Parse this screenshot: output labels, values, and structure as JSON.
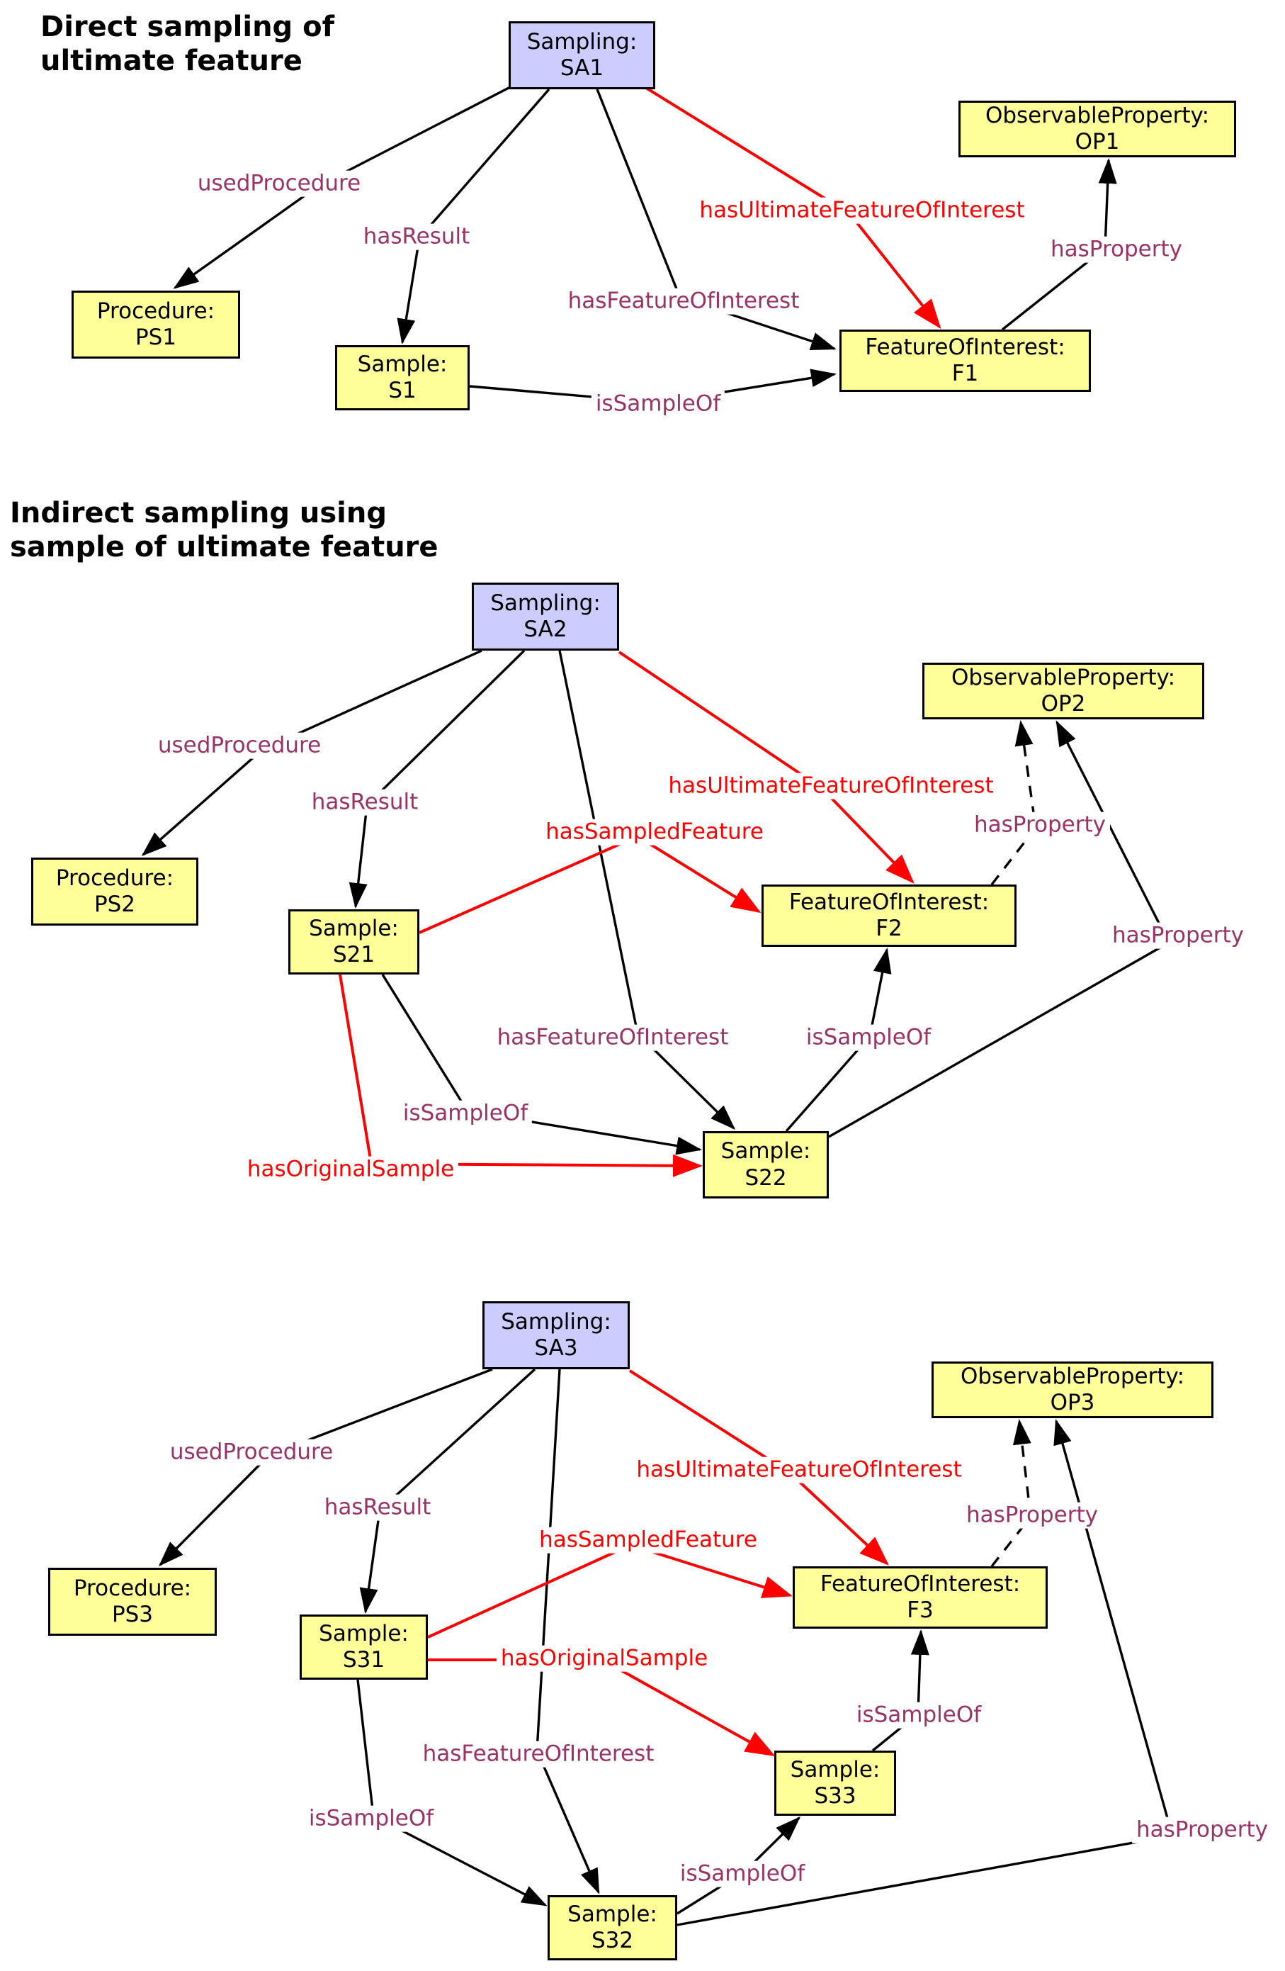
{
  "colors": {
    "background": "#ffffff",
    "sampling_box_fill": "#ccccff",
    "entity_box_fill": "#ffff99",
    "box_border": "#000000",
    "box_text": "#000000",
    "edge_line": "#000000",
    "edge_label": "#993366",
    "highlight_edge": "#ff0000",
    "title_text": "#000000"
  },
  "sections": [
    {
      "title": "Direct sampling of\nultimate feature",
      "nodes": [
        {
          "id": "SA1",
          "type": "Sampling",
          "line1": "Sampling:",
          "line2": "SA1"
        },
        {
          "id": "OP1",
          "type": "ObservableProperty",
          "line1": "ObservableProperty:",
          "line2": "OP1"
        },
        {
          "id": "PS1",
          "type": "Procedure",
          "line1": "Procedure:",
          "line2": "PS1"
        },
        {
          "id": "S1",
          "type": "Sample",
          "line1": "Sample:",
          "line2": "S1"
        },
        {
          "id": "F1",
          "type": "FeatureOfInterest",
          "line1": "FeatureOfInterest:",
          "line2": "F1"
        }
      ],
      "edges": [
        {
          "from": "SA1",
          "to": "PS1",
          "label": "usedProcedure",
          "color": "#993366",
          "line": "black-solid"
        },
        {
          "from": "SA1",
          "to": "S1",
          "label": "hasResult",
          "color": "#993366",
          "line": "black-solid"
        },
        {
          "from": "SA1",
          "to": "F1",
          "label": "hasFeatureOfInterest",
          "color": "#993366",
          "line": "black-solid"
        },
        {
          "from": "SA1",
          "to": "F1",
          "label": "hasUltimateFeatureOfInterest",
          "color": "#ff0000",
          "line": "red-solid"
        },
        {
          "from": "S1",
          "to": "F1",
          "label": "isSampleOf",
          "color": "#993366",
          "line": "black-solid"
        },
        {
          "from": "F1",
          "to": "OP1",
          "label": "hasProperty",
          "color": "#993366",
          "line": "black-solid"
        }
      ]
    },
    {
      "title": "Indirect sampling using\nsample of ultimate feature",
      "nodes": [
        {
          "id": "SA2",
          "type": "Sampling",
          "line1": "Sampling:",
          "line2": "SA2"
        },
        {
          "id": "OP2",
          "type": "ObservableProperty",
          "line1": "ObservableProperty:",
          "line2": "OP2"
        },
        {
          "id": "PS2",
          "type": "Procedure",
          "line1": "Procedure:",
          "line2": "PS2"
        },
        {
          "id": "S21",
          "type": "Sample",
          "line1": "Sample:",
          "line2": "S21"
        },
        {
          "id": "F2",
          "type": "FeatureOfInterest",
          "line1": "FeatureOfInterest:",
          "line2": "F2"
        },
        {
          "id": "S22",
          "type": "Sample",
          "line1": "Sample:",
          "line2": "S22"
        }
      ],
      "edges": [
        {
          "from": "SA2",
          "to": "PS2",
          "label": "usedProcedure",
          "color": "#993366",
          "line": "black-solid"
        },
        {
          "from": "SA2",
          "to": "S21",
          "label": "hasResult",
          "color": "#993366",
          "line": "black-solid"
        },
        {
          "from": "SA2",
          "to": "S22",
          "label": "hasFeatureOfInterest",
          "color": "#993366",
          "line": "black-solid"
        },
        {
          "from": "SA2",
          "to": "F2",
          "label": "hasUltimateFeatureOfInterest",
          "color": "#ff0000",
          "line": "red-solid"
        },
        {
          "from": "S21",
          "to": "F2",
          "label": "hasSampledFeature",
          "color": "#ff0000",
          "line": "red-solid"
        },
        {
          "from": "S21",
          "to": "S22",
          "label": "hasOriginalSample",
          "color": "#ff0000",
          "line": "red-solid"
        },
        {
          "from": "S21",
          "to": "S22",
          "label": "isSampleOf",
          "color": "#993366",
          "line": "black-solid"
        },
        {
          "from": "S22",
          "to": "F2",
          "label": "isSampleOf",
          "color": "#993366",
          "line": "black-solid"
        },
        {
          "from": "F2",
          "to": "OP2",
          "label": "hasProperty",
          "color": "#993366",
          "line": "black-dashed"
        },
        {
          "from": "S22",
          "to": "OP2",
          "label": "hasProperty",
          "color": "#993366",
          "line": "black-solid"
        }
      ]
    },
    {
      "nodes": [
        {
          "id": "SA3",
          "type": "Sampling",
          "line1": "Sampling:",
          "line2": "SA3"
        },
        {
          "id": "OP3",
          "type": "ObservableProperty",
          "line1": "ObservableProperty:",
          "line2": "OP3"
        },
        {
          "id": "PS3",
          "type": "Procedure",
          "line1": "Procedure:",
          "line2": "PS3"
        },
        {
          "id": "S31",
          "type": "Sample",
          "line1": "Sample:",
          "line2": "S31"
        },
        {
          "id": "F3",
          "type": "FeatureOfInterest",
          "line1": "FeatureOfInterest:",
          "line2": "F3"
        },
        {
          "id": "S33",
          "type": "Sample",
          "line1": "Sample:",
          "line2": "S33"
        },
        {
          "id": "S32",
          "type": "Sample",
          "line1": "Sample:",
          "line2": "S32"
        }
      ],
      "edges": [
        {
          "from": "SA3",
          "to": "PS3",
          "label": "usedProcedure",
          "color": "#993366",
          "line": "black-solid"
        },
        {
          "from": "SA3",
          "to": "S31",
          "label": "hasResult",
          "color": "#993366",
          "line": "black-solid"
        },
        {
          "from": "SA3",
          "to": "S32",
          "label": "hasFeatureOfInterest",
          "color": "#993366",
          "line": "black-solid"
        },
        {
          "from": "SA3",
          "to": "F3",
          "label": "hasUltimateFeatureOfInterest",
          "color": "#ff0000",
          "line": "red-solid"
        },
        {
          "from": "S31",
          "to": "F3",
          "label": "hasSampledFeature",
          "color": "#ff0000",
          "line": "red-solid"
        },
        {
          "from": "S31",
          "to": "S33",
          "label": "hasOriginalSample",
          "color": "#ff0000",
          "line": "red-solid"
        },
        {
          "from": "S31",
          "to": "S32",
          "label": "isSampleOf",
          "color": "#993366",
          "line": "black-solid"
        },
        {
          "from": "S32",
          "to": "S33",
          "label": "isSampleOf",
          "color": "#993366",
          "line": "black-solid"
        },
        {
          "from": "S33",
          "to": "F3",
          "label": "isSampleOf",
          "color": "#993366",
          "line": "black-solid"
        },
        {
          "from": "F3",
          "to": "OP3",
          "label": "hasProperty",
          "color": "#993366",
          "line": "black-dashed"
        },
        {
          "from": "S32",
          "to": "OP3",
          "label": "hasProperty",
          "color": "#993366",
          "line": "black-solid"
        }
      ]
    }
  ]
}
